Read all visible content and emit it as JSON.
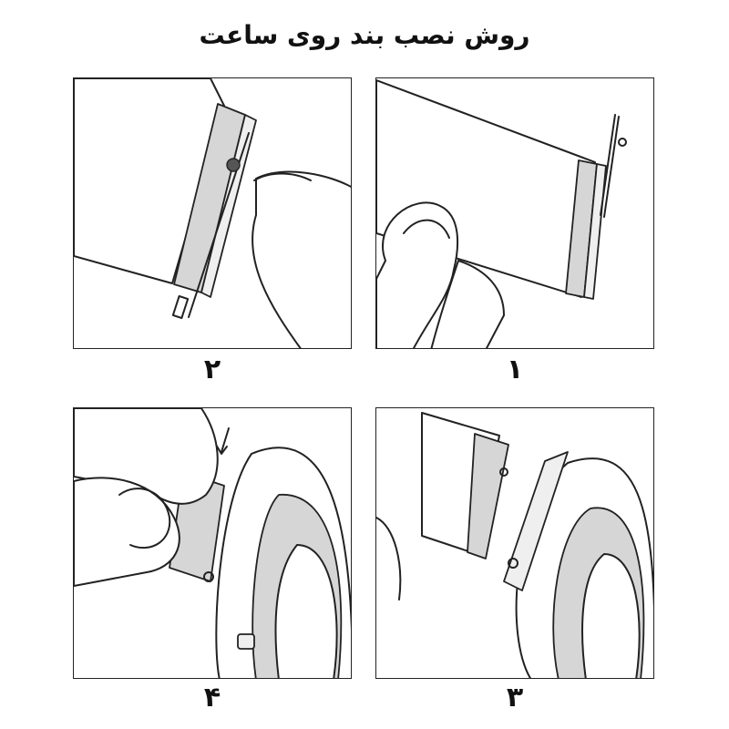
{
  "title": "روش نصب بند روی ساعت",
  "steps": [
    {
      "number": "۱"
    },
    {
      "number": "۲"
    },
    {
      "number": "۳"
    },
    {
      "number": "۴"
    }
  ]
}
